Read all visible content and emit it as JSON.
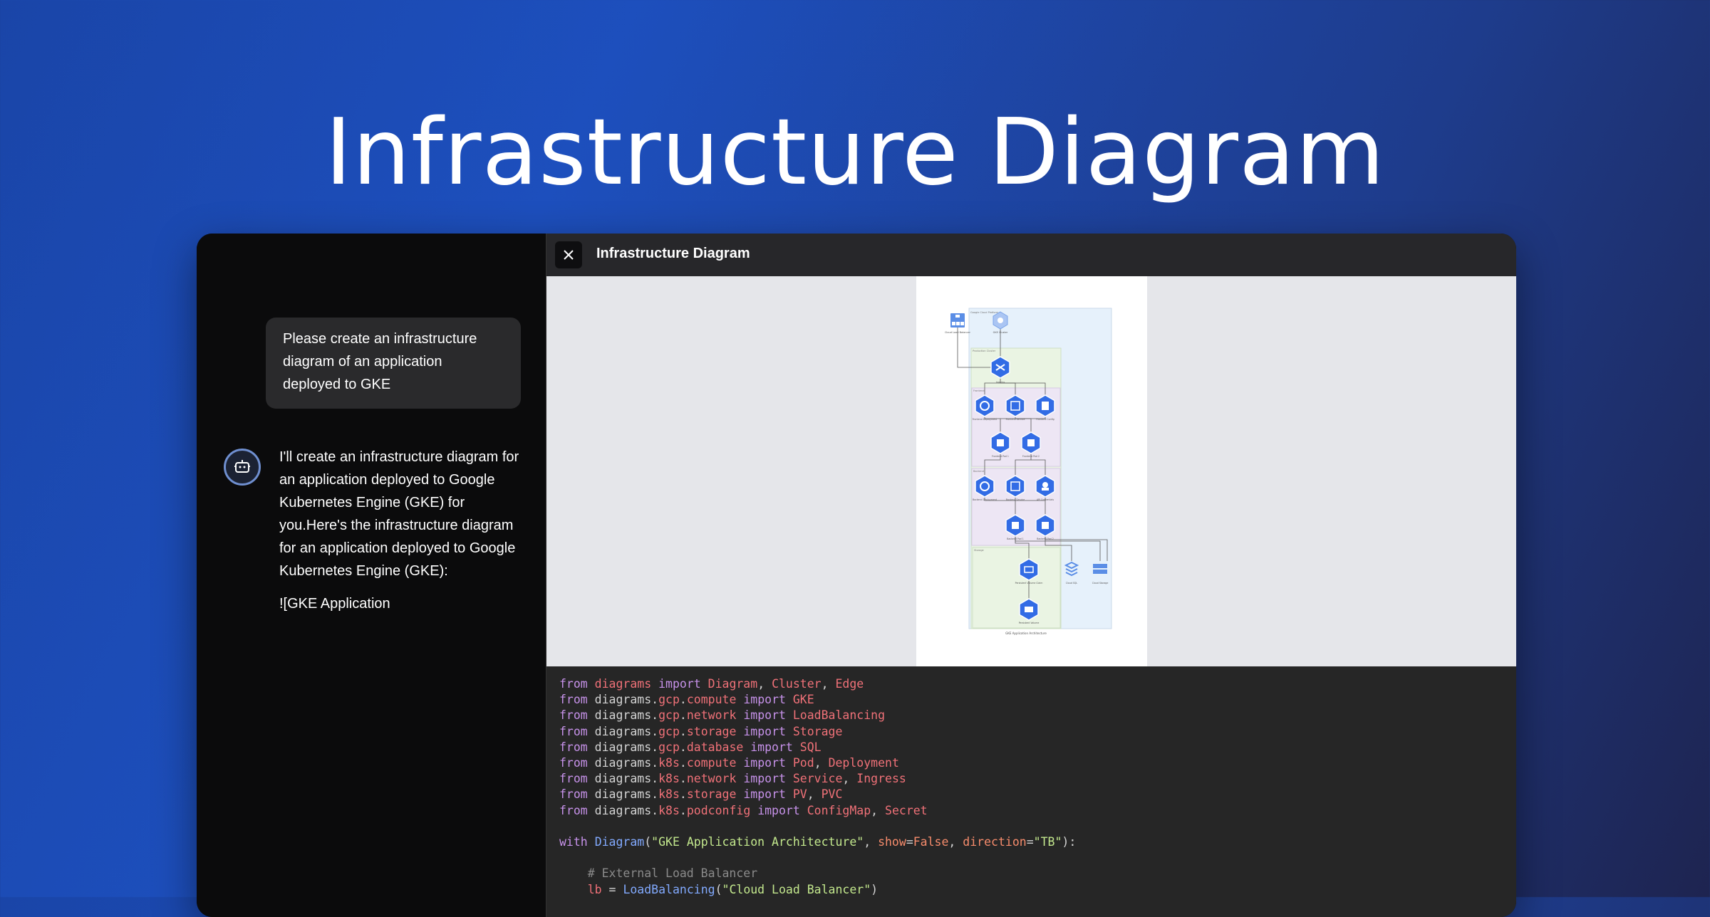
{
  "hero": {
    "title": "Infrastructure Diagram"
  },
  "chat": {
    "user_message": "Please create an infrastructure diagram of an application deployed to GKE",
    "bot_paragraph_1": "I'll create an infrastructure diagram for an application deployed to Google Kubernetes Engine (GKE) for you.Here's the infrastructure diagram for an application deployed to Google Kubernetes Engine (GKE):",
    "bot_paragraph_2": "![GKE Application"
  },
  "panel": {
    "title": "Infrastructure Diagram",
    "close_icon": "close-icon"
  },
  "diagram": {
    "outer_cluster": "Google Cloud Platform",
    "lb_label": "Cloud Load Balancer",
    "gke_label": "GKE Cluster",
    "ns_label": "Production Cluster",
    "ingress_label": "Ingress",
    "frontend_label": "Frontend",
    "backend_label": "Backend",
    "storage_label": "Storage",
    "frontend_nodes": [
      "Frontend Deployment",
      "Frontend Service",
      "Frontend Config"
    ],
    "frontend_pods": [
      "Frontend Pod 1",
      "Frontend Pod 2"
    ],
    "backend_nodes": [
      "Backend Deployment",
      "Backend Service",
      "API Credentials"
    ],
    "backend_pods": [
      "Backend Pod 1",
      "Backend Pod 2"
    ],
    "pvc_label": "Persistent Volume Claim",
    "pv_label": "Persistent Volume",
    "sql_label": "Cloud SQL",
    "gcs_label": "Cloud Storage",
    "caption": "GKE Application Architecture"
  },
  "code": {
    "lines": [
      [
        [
          "from",
          "kw"
        ],
        [
          " diagrams ",
          "mod"
        ],
        [
          "import",
          "kw"
        ],
        [
          " Diagram",
          "mod"
        ],
        [
          ", ",
          ""
        ],
        [
          "Cluster",
          "mod"
        ],
        [
          ", ",
          ""
        ],
        [
          "Edge",
          "mod"
        ]
      ],
      [
        [
          "from",
          "kw"
        ],
        [
          " diagrams",
          ""
        ],
        [
          ".",
          ""
        ],
        [
          "gcp",
          "mod"
        ],
        [
          ".",
          ""
        ],
        [
          "compute ",
          "mod"
        ],
        [
          "import",
          "kw"
        ],
        [
          " GKE",
          "mod"
        ]
      ],
      [
        [
          "from",
          "kw"
        ],
        [
          " diagrams",
          ""
        ],
        [
          ".",
          ""
        ],
        [
          "gcp",
          "mod"
        ],
        [
          ".",
          ""
        ],
        [
          "network ",
          "mod"
        ],
        [
          "import",
          "kw"
        ],
        [
          " LoadBalancing",
          "mod"
        ]
      ],
      [
        [
          "from",
          "kw"
        ],
        [
          " diagrams",
          ""
        ],
        [
          ".",
          ""
        ],
        [
          "gcp",
          "mod"
        ],
        [
          ".",
          ""
        ],
        [
          "storage ",
          "mod"
        ],
        [
          "import",
          "kw"
        ],
        [
          " Storage",
          "mod"
        ]
      ],
      [
        [
          "from",
          "kw"
        ],
        [
          " diagrams",
          ""
        ],
        [
          ".",
          ""
        ],
        [
          "gcp",
          "mod"
        ],
        [
          ".",
          ""
        ],
        [
          "database ",
          "mod"
        ],
        [
          "import",
          "kw"
        ],
        [
          " SQL",
          "mod"
        ]
      ],
      [
        [
          "from",
          "kw"
        ],
        [
          " diagrams",
          ""
        ],
        [
          ".",
          ""
        ],
        [
          "k8s",
          "mod"
        ],
        [
          ".",
          ""
        ],
        [
          "compute ",
          "mod"
        ],
        [
          "import",
          "kw"
        ],
        [
          " Pod",
          "mod"
        ],
        [
          ", ",
          ""
        ],
        [
          "Deployment",
          "mod"
        ]
      ],
      [
        [
          "from",
          "kw"
        ],
        [
          " diagrams",
          ""
        ],
        [
          ".",
          ""
        ],
        [
          "k8s",
          "mod"
        ],
        [
          ".",
          ""
        ],
        [
          "network ",
          "mod"
        ],
        [
          "import",
          "kw"
        ],
        [
          " Service",
          "mod"
        ],
        [
          ", ",
          ""
        ],
        [
          "Ingress",
          "mod"
        ]
      ],
      [
        [
          "from",
          "kw"
        ],
        [
          " diagrams",
          ""
        ],
        [
          ".",
          ""
        ],
        [
          "k8s",
          "mod"
        ],
        [
          ".",
          ""
        ],
        [
          "storage ",
          "mod"
        ],
        [
          "import",
          "kw"
        ],
        [
          " PV",
          "mod"
        ],
        [
          ", ",
          ""
        ],
        [
          "PVC",
          "mod"
        ]
      ],
      [
        [
          "from",
          "kw"
        ],
        [
          " diagrams",
          ""
        ],
        [
          ".",
          ""
        ],
        [
          "k8s",
          "mod"
        ],
        [
          ".",
          ""
        ],
        [
          "podconfig ",
          "mod"
        ],
        [
          "import",
          "kw"
        ],
        [
          " ConfigMap",
          "mod"
        ],
        [
          ", ",
          ""
        ],
        [
          "Secret",
          "mod"
        ]
      ],
      [
        [
          "",
          ""
        ]
      ],
      [
        [
          "with",
          "kw"
        ],
        [
          " ",
          ""
        ],
        [
          "Diagram",
          "fn"
        ],
        [
          "(",
          ""
        ],
        [
          "\"GKE Application Architecture\"",
          "str"
        ],
        [
          ", ",
          ""
        ],
        [
          "show",
          "param"
        ],
        [
          "=",
          ""
        ],
        [
          "False",
          "param"
        ],
        [
          ", ",
          ""
        ],
        [
          "direction",
          "param"
        ],
        [
          "=",
          ""
        ],
        [
          "\"TB\"",
          "str"
        ],
        [
          "):",
          ""
        ]
      ],
      [
        [
          "",
          ""
        ]
      ],
      [
        [
          "    # External Load Balancer",
          "cmt"
        ]
      ],
      [
        [
          "    ",
          ""
        ],
        [
          "lb",
          "var"
        ],
        [
          " = ",
          ""
        ],
        [
          "LoadBalancing",
          "fn"
        ],
        [
          "(",
          ""
        ],
        [
          "\"Cloud Load Balancer\"",
          "str"
        ],
        [
          ")",
          ""
        ]
      ]
    ]
  }
}
